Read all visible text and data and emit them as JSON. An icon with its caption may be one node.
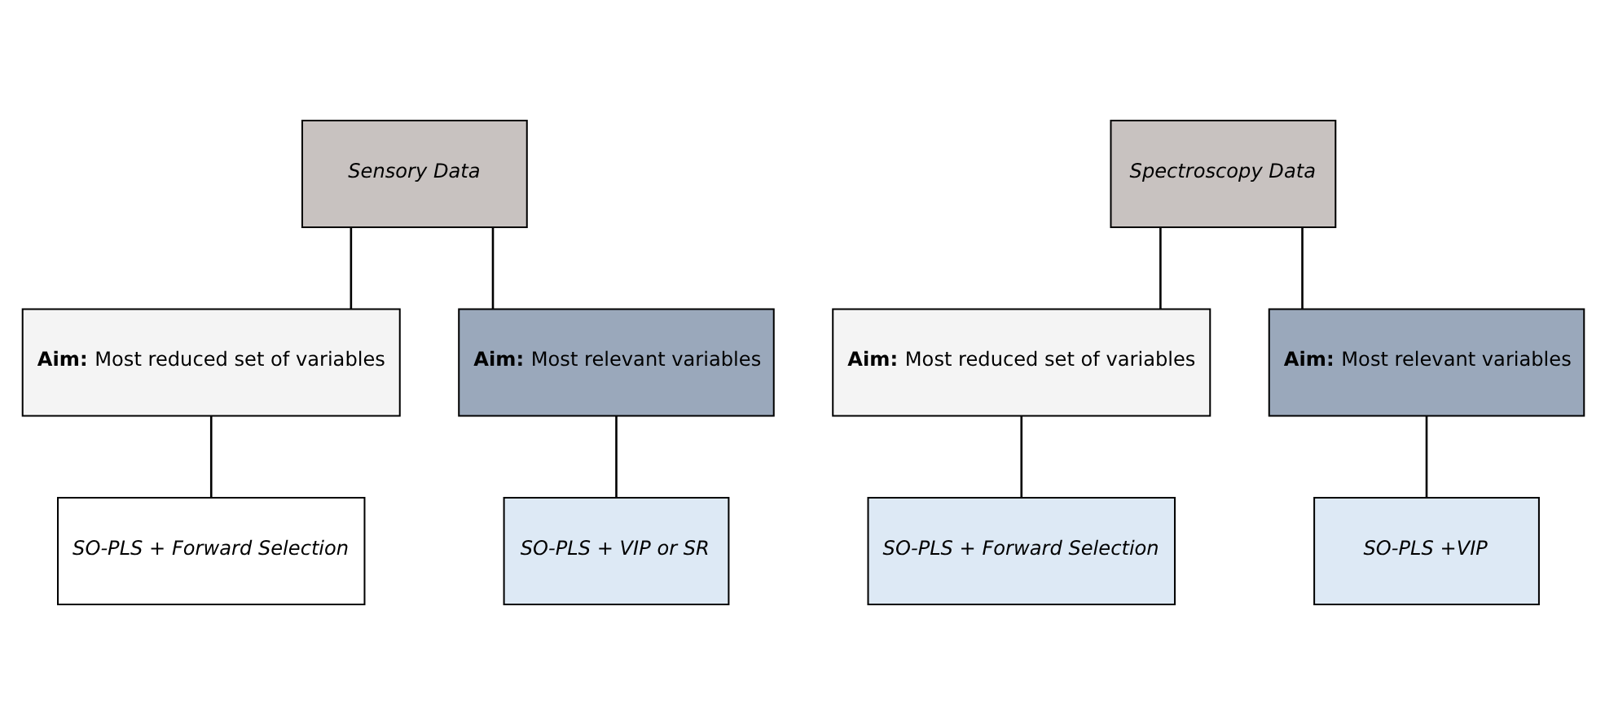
{
  "diagram": {
    "nodes": [
      {
        "text": [
          "Sensory Data"
        ]
      },
      {
        "text": [
          "**Aim:** Most reduced set of variables"
        ]
      },
      {
        "text": [
          "**Aim:** Most relevant variables"
        ]
      },
      {
        "text": [
          "SO-PLS + Forward Selection"
        ]
      },
      {
        "text": [
          "SO-PLS + VIP or SR"
        ]
      },
      {
        "text": [
          "Spectroscopy Data"
        ]
      },
      {
        "text": [
          "**Aim:** Most reduced set of variables"
        ]
      },
      {
        "text": [
          "**Aim:** Most relevant variables"
        ]
      },
      {
        "text": [
          "SO-PLS + Forward Selection"
        ]
      },
      {
        "text": [
          "SO-PLS +VIP"
        ]
      }
    ],
    "edges": [
      {
        "from": 0,
        "to": 1,
        "arrow": "none"
      },
      {
        "from": 0,
        "to": 2,
        "arrow": "none"
      },
      {
        "from": 1,
        "to": 3,
        "arrow": "none"
      },
      {
        "from": 2,
        "to": 4,
        "arrow": "none"
      },
      {
        "from": 5,
        "to": 6,
        "arrow": "none"
      },
      {
        "from": 5,
        "to": 7,
        "arrow": "none"
      },
      {
        "from": 6,
        "to": 8,
        "arrow": "none"
      },
      {
        "from": 7,
        "to": 9,
        "arrow": "none"
      }
    ]
  }
}
